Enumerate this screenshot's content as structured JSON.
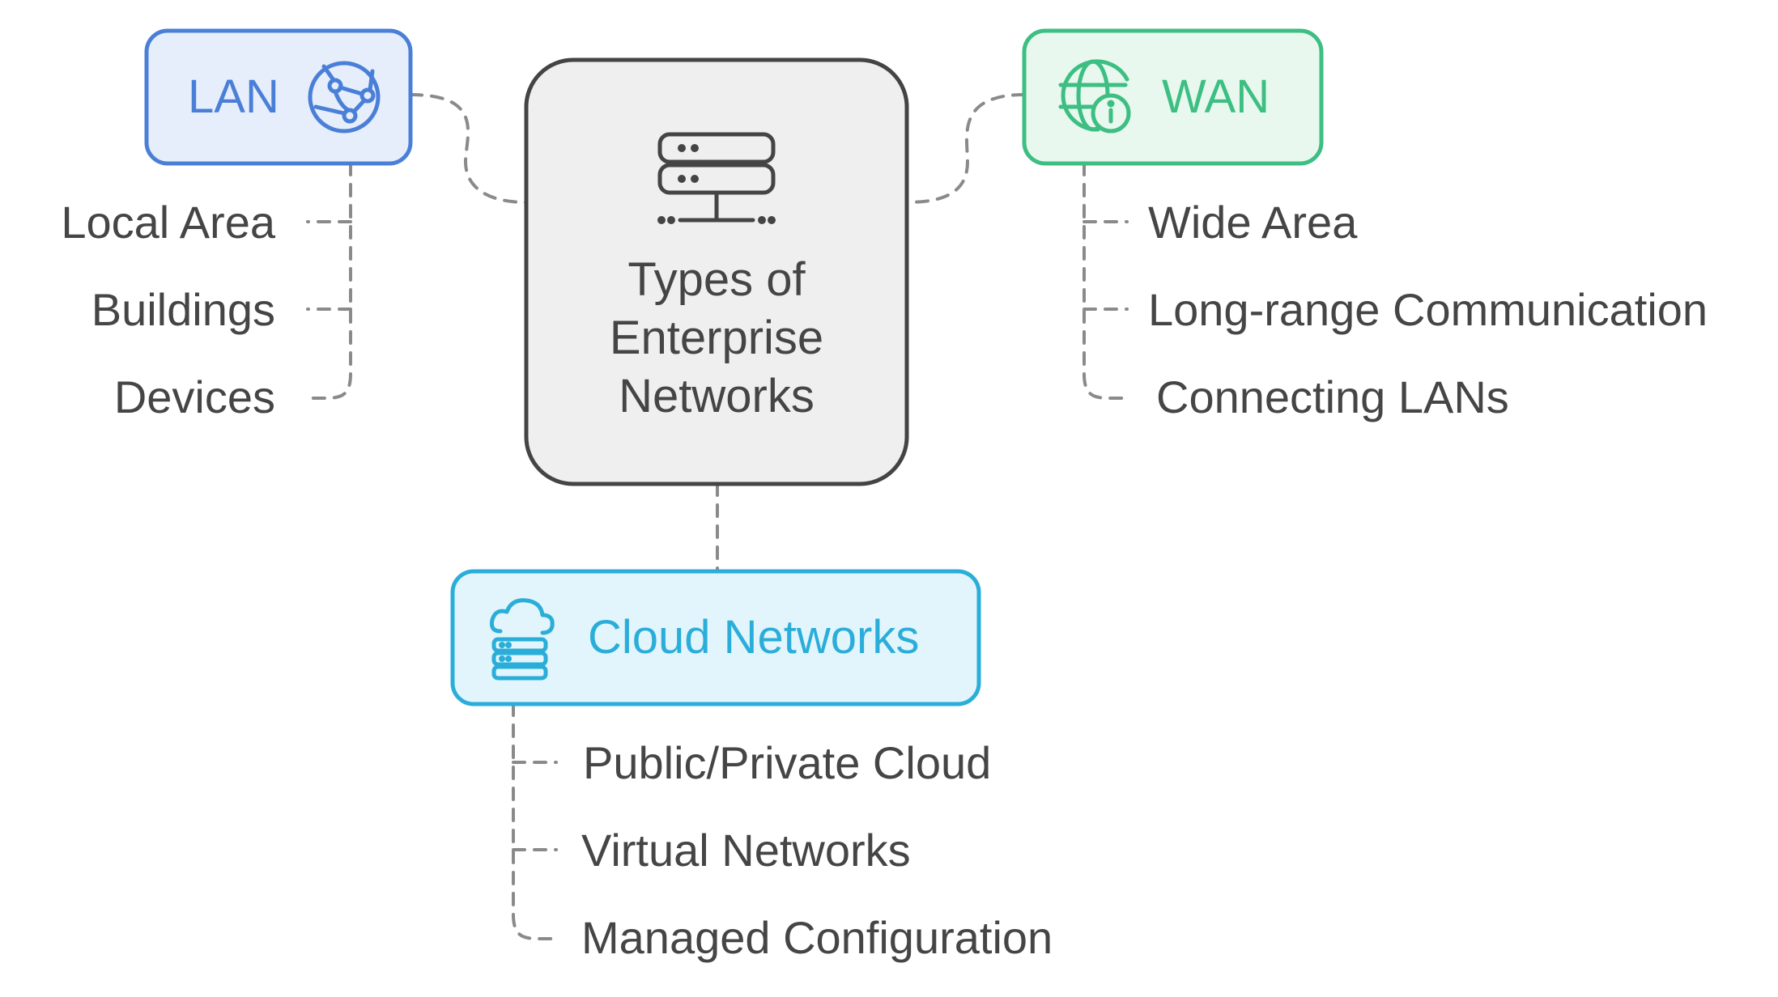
{
  "center": {
    "title_lines": [
      "Types of",
      "Enterprise",
      "Networks"
    ],
    "icon": "server-network-icon"
  },
  "lan": {
    "label": "LAN",
    "icon": "globe-network-icon",
    "color": "#4A7FD8",
    "fill": "#E6EEFB",
    "items": [
      "Local Area",
      "Buildings",
      "Devices"
    ]
  },
  "wan": {
    "label": "WAN",
    "icon": "globe-info-icon",
    "color": "#3DBE82",
    "fill": "#E8F8EF",
    "items": [
      "Wide Area",
      "Long-range Communication",
      "Connecting LANs"
    ]
  },
  "cloud": {
    "label": "Cloud Networks",
    "icon": "cloud-server-icon",
    "color": "#2AAED9",
    "fill": "#E3F5FC",
    "items": [
      "Public/Private Cloud",
      "Virtual Networks",
      "Managed Configuration"
    ]
  },
  "colors": {
    "text": "#454545",
    "connector": "#8A8A8A",
    "center_fill": "#EFEFEF",
    "center_stroke": "#444444"
  }
}
